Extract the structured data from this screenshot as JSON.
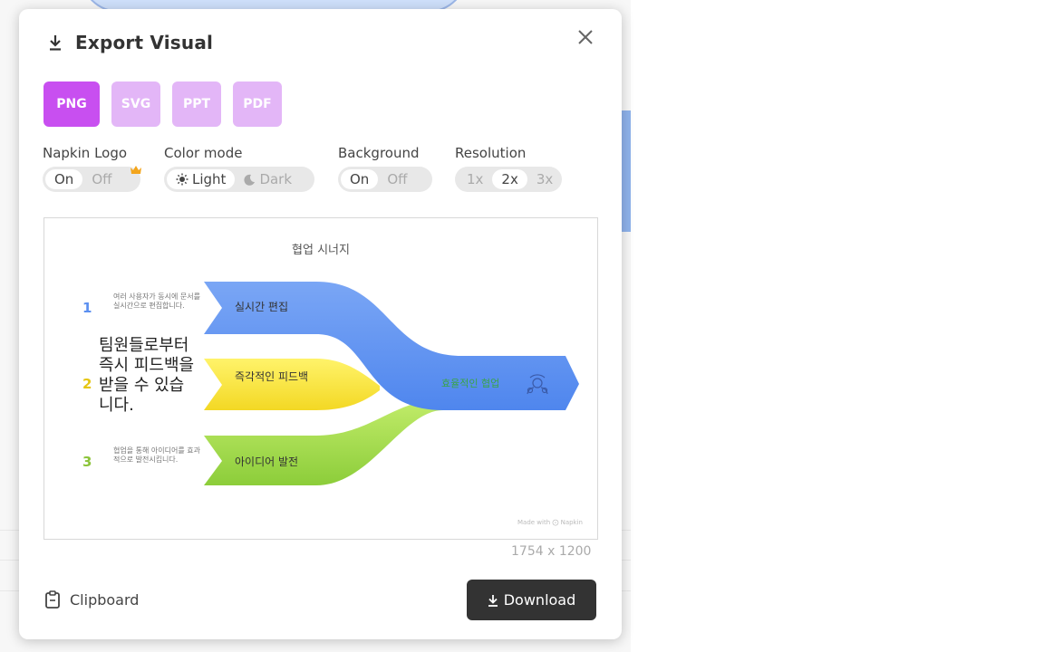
{
  "modal": {
    "title": "Export Visual",
    "formats": [
      "PNG",
      "SVG",
      "PPT",
      "PDF"
    ],
    "options": {
      "napkin_logo": {
        "label": "Napkin Logo",
        "on": "On",
        "off": "Off"
      },
      "color_mode": {
        "label": "Color mode",
        "light": "Light",
        "dark": "Dark"
      },
      "background": {
        "label": "Background",
        "on": "On",
        "off": "Off"
      },
      "resolution": {
        "label": "Resolution",
        "x1": "1x",
        "x2": "2x",
        "x3": "3x"
      }
    },
    "preview": {
      "title": "협업 시너지",
      "items": [
        {
          "number": "1",
          "band": "실시간 편집",
          "desc": "여러 사용자가 동시에 문서를 실시간으로 편집합니다."
        },
        {
          "number": "2",
          "band": "즉각적인 피드백",
          "desc": "팀원들로부터 즉시 피드백을 받을 수 있습니다."
        },
        {
          "number": "3",
          "band": "아이디어 발전",
          "desc": "협업을 통해 아이디어를 효과적으로 발전시킵니다."
        }
      ],
      "result": "효율적인 협업",
      "watermark": "Made with ⨀ Napkin"
    },
    "dimensions": "1754 x 1200",
    "clipboard_label": "Clipboard",
    "download_label": "Download"
  },
  "colors": {
    "accent": "#c84ff0",
    "accent_light": "#e3b6f7",
    "blue": "#5b8ff0",
    "yellow": "#f5e23a",
    "green": "#9ad84a",
    "dark_button": "#333333"
  }
}
